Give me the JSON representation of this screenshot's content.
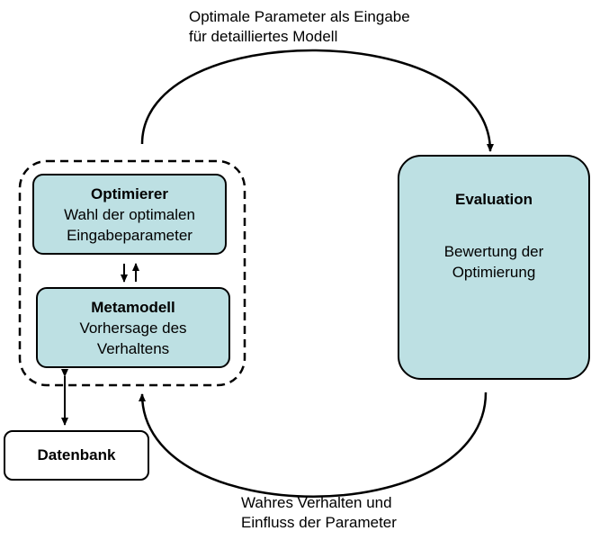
{
  "top_caption": {
    "line1": "Optimale Parameter als Eingabe",
    "line2": "für detailliertes Modell"
  },
  "bottom_caption": {
    "line1": "Wahres Verhalten und",
    "line2": "Einfluss der Parameter"
  },
  "optimierer": {
    "title": "Optimierer",
    "line1": "Wahl der optimalen",
    "line2": "Eingabeparameter"
  },
  "metamodell": {
    "title": "Metamodell",
    "line1": "Vorhersage des",
    "line2": "Verhaltens"
  },
  "evaluation": {
    "title": "Evaluation",
    "line1": "Bewertung der",
    "line2": "Optimierung"
  },
  "datenbank": {
    "label": "Datenbank"
  },
  "colors": {
    "box_fill": "#bde0e3",
    "stroke": "#000000",
    "background": "#ffffff"
  }
}
